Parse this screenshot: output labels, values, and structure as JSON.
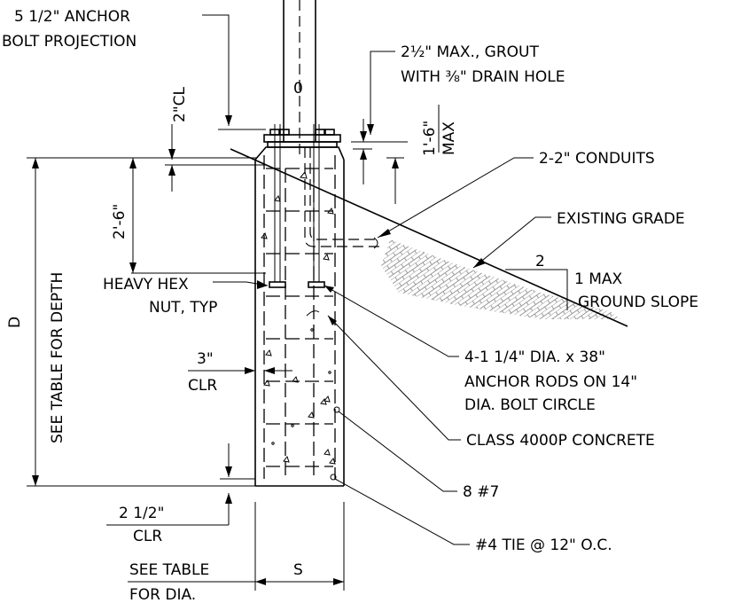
{
  "labels": {
    "anchor_proj_1": "5 1/2\" ANCHOR",
    "anchor_proj_2": "BOLT PROJECTION",
    "grout_1": "2½\" MAX., GROUT",
    "grout_2": "WITH ⅜\" DRAIN HOLE",
    "cl_2": "2\"CL",
    "dim_1_6": "1'-6\"",
    "max": "MAX",
    "conduits": "2-2\" CONDUITS",
    "existing_grade": "EXISTING GRADE",
    "dim_2_6": "2'-6\"",
    "slope_run": "2",
    "slope_rise": "1 MAX",
    "ground_slope": "GROUND SLOPE",
    "hex_1": "HEAVY HEX",
    "hex_2": "NUT, TYP",
    "depth_d": "D",
    "depth_table": "SEE TABLE FOR DEPTH",
    "clr3_val": "3\"",
    "clr3_label": "CLR",
    "rods_1": "4-1 1/4\" DIA. x 38\"",
    "rods_2": "ANCHOR RODS ON 14\"",
    "rods_3": "DIA. BOLT CIRCLE",
    "concrete": "CLASS 4000P CONCRETE",
    "bars": "8 #7",
    "clr25_val": "2 1/2\"",
    "clr25_label": "CLR",
    "tie": "#4 TIE @ 12\" O.C.",
    "dia_1": "SEE TABLE",
    "dia_2": "FOR DIA.",
    "dim_s": "S",
    "pole_mark": "0"
  }
}
